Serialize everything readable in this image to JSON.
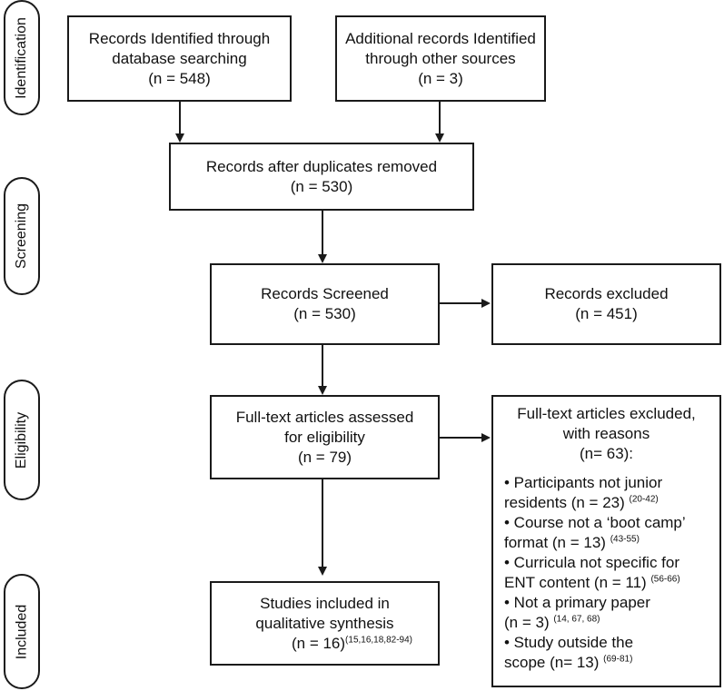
{
  "stages": {
    "identification": "Identification",
    "screening": "Screening",
    "eligibility": "Eligibility",
    "included": "Included"
  },
  "boxes": {
    "database": {
      "line1": "Records Identified through",
      "line2": "database searching",
      "line3": "(n = 548)"
    },
    "other_sources": {
      "line1": "Additional records Identified",
      "line2": "through other sources",
      "line3": "(n = 3)"
    },
    "duplicates_removed": {
      "line1": "Records after duplicates removed",
      "line2": "(n = 530)"
    },
    "screened": {
      "line1": "Records Screened",
      "line2": "(n = 530)"
    },
    "excluded": {
      "line1": "Records excluded",
      "line2": "(n = 451)"
    },
    "fulltext_assessed": {
      "line1": "Full-text articles assessed",
      "line2": "for eligibility",
      "line3": "(n = 79)"
    },
    "fulltext_excluded": {
      "line1": "Full-text articles excluded,",
      "line2": "with reasons",
      "line3": "(n= 63):",
      "reasons": [
        {
          "line1": "• Participants not junior",
          "line2": "residents (n = 23) ",
          "ref": "(20-42)"
        },
        {
          "line1": "• Course not a ‘boot camp’",
          "line2": "format (n = 13) ",
          "ref": "(43-55)"
        },
        {
          "line1": "• Curricula not specific for",
          "line2": "ENT content (n = 11) ",
          "ref": "(56-66)"
        },
        {
          "line1": "• Not a primary paper",
          "line2": "(n = 3) ",
          "ref": "(14, 67, 68)"
        },
        {
          "line1": "• Study outside the",
          "line2": "scope (n= 13) ",
          "ref": "(69-81)"
        }
      ]
    },
    "included": {
      "line1": "Studies included in",
      "line2": "qualitative synthesis",
      "line3": "(n = 16)",
      "ref": "(15,16,18,82-94)"
    }
  }
}
